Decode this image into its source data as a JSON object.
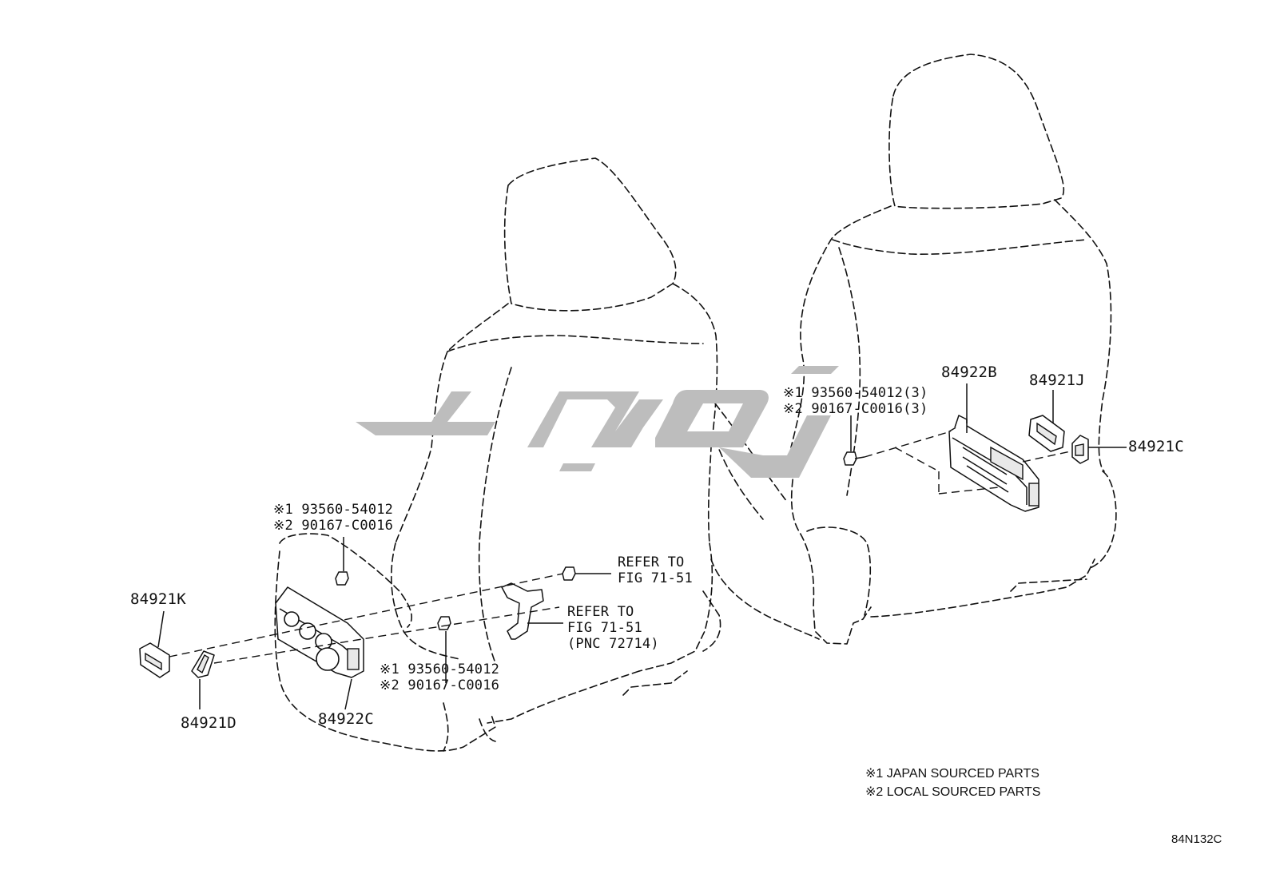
{
  "labels": {
    "part_84922B": "84922B",
    "part_84921J": "84921J",
    "part_84921C": "84921C",
    "part_84921K": "84921K",
    "part_84921D": "84921D",
    "part_84922C": "84922C",
    "bolt_right_1": "※1 93560-54012(3)",
    "bolt_right_2": "※2 90167-C0016(3)",
    "bolt_left_top_1": "※1 93560-54012",
    "bolt_left_top_2": "※2 90167-C0016",
    "bolt_left_bottom_1": "※1 93560-54012",
    "bolt_left_bottom_2": "※2 90167-C0016",
    "refer_a_line1": "REFER TO",
    "refer_a_line2": "FIG 71-51",
    "refer_b_line1": "REFER TO",
    "refer_b_line2": "FIG 71-51",
    "refer_b_line3": "(PNC 72714)"
  },
  "notes": {
    "japan": "※1 JAPAN SOURCED PARTS",
    "local": "※2 LOCAL SOURCED PARTS"
  },
  "figure_code": "84N132C",
  "colors": {
    "line": "#111111",
    "watermark": "#bdbdbd",
    "background": "#ffffff"
  }
}
